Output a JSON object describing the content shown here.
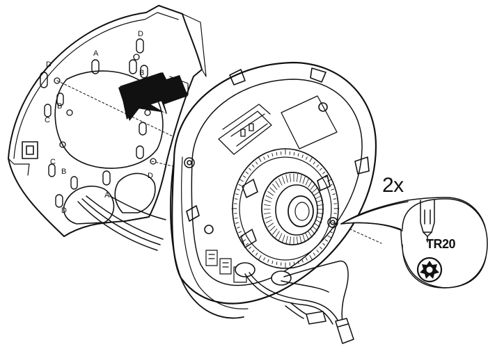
{
  "instruction": {
    "count_label": "2x",
    "tool_label": "TR20"
  },
  "plate_letters": [
    "A",
    "B",
    "C",
    "D"
  ],
  "callout": {
    "icons": [
      "torx-screwdriver-icon",
      "torx-t20-socket-icon"
    ]
  },
  "colors": {
    "line": "#111111",
    "arrow": "#111111",
    "fill": "#ffffff"
  }
}
